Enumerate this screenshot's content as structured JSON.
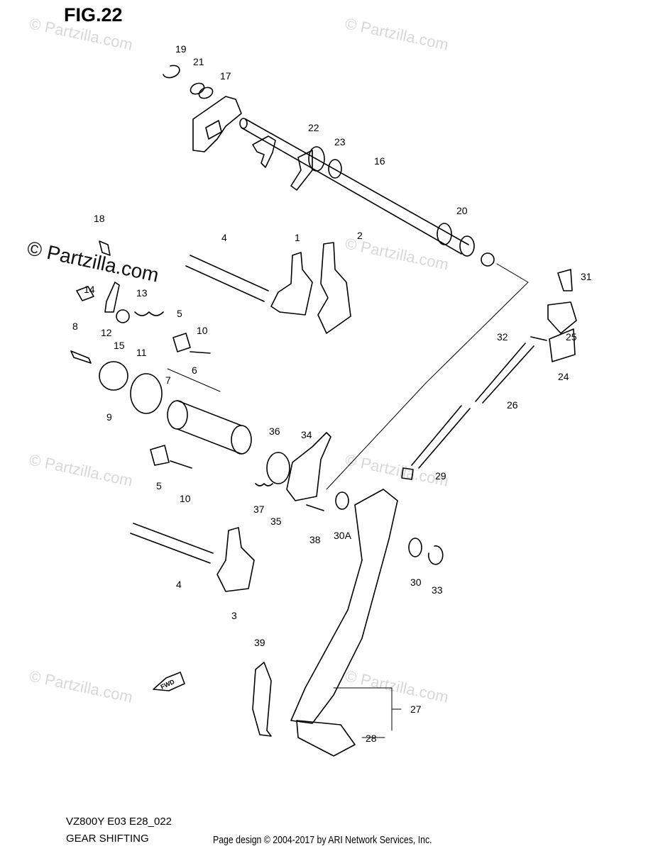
{
  "figure": {
    "title": "FIG.22",
    "code": "VZ800Y E03 E28_022",
    "name": "GEAR SHIFTING",
    "credit": "Page design © 2004-2017 by ARI Network Services, Inc.",
    "watermark": "© Partzilla.com",
    "fwd_label": "FWD"
  },
  "callouts": [
    "1",
    "2",
    "3",
    "4",
    "4",
    "5",
    "5",
    "6",
    "7",
    "8",
    "9",
    "10",
    "10",
    "11",
    "12",
    "13",
    "14",
    "15",
    "16",
    "17",
    "18",
    "19",
    "20",
    "21",
    "22",
    "23",
    "24",
    "25",
    "26",
    "27",
    "28",
    "29",
    "30",
    "30A",
    "31",
    "32",
    "33",
    "34",
    "35",
    "36",
    "37",
    "38",
    "39"
  ]
}
